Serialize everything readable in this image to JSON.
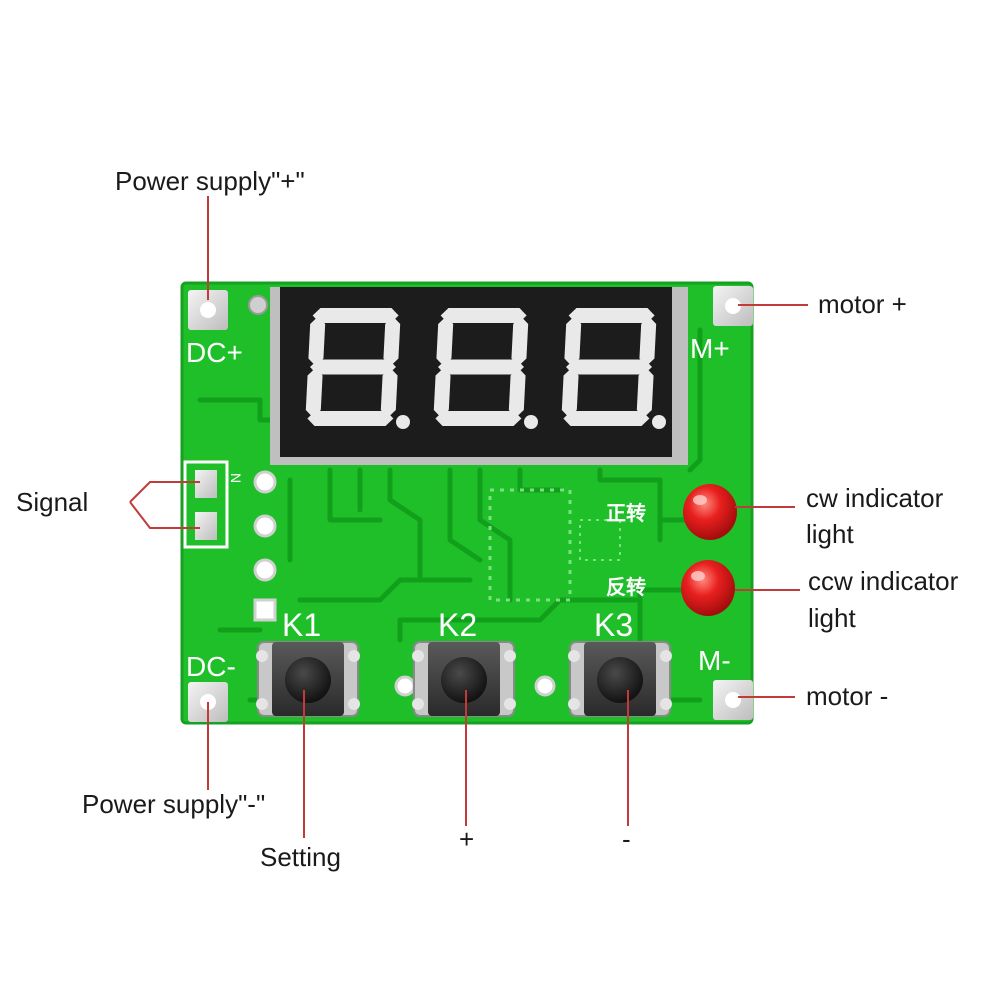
{
  "title": "",
  "display": {
    "digits": [
      "8",
      "8",
      "8"
    ]
  },
  "silkscreen": {
    "dc_plus": "DC+",
    "dc_minus": "DC-",
    "m_plus": "M+",
    "m_minus": "M-",
    "k1": "K1",
    "k2": "K2",
    "k3": "K3",
    "signal_marker": "N",
    "cw_cn": "正转",
    "ccw_cn": "反转"
  },
  "callouts": {
    "power_plus": "Power supply\"+\"",
    "power_minus": "Power supply\"-\"",
    "signal": "Signal",
    "motor_plus": "motor +",
    "motor_minus": "motor -",
    "cw_line1": "cw indicator",
    "cw_line2": "light",
    "ccw_line1": "ccw indicator",
    "ccw_line2": "light",
    "k1_function": "Setting",
    "k2_function": "+",
    "k3_function": "-"
  },
  "colors": {
    "pcb_green": "#1fbf2a",
    "led_red": "#e8201e",
    "callout_line": "#c23a3a",
    "display_body": "#1c1c1c"
  }
}
